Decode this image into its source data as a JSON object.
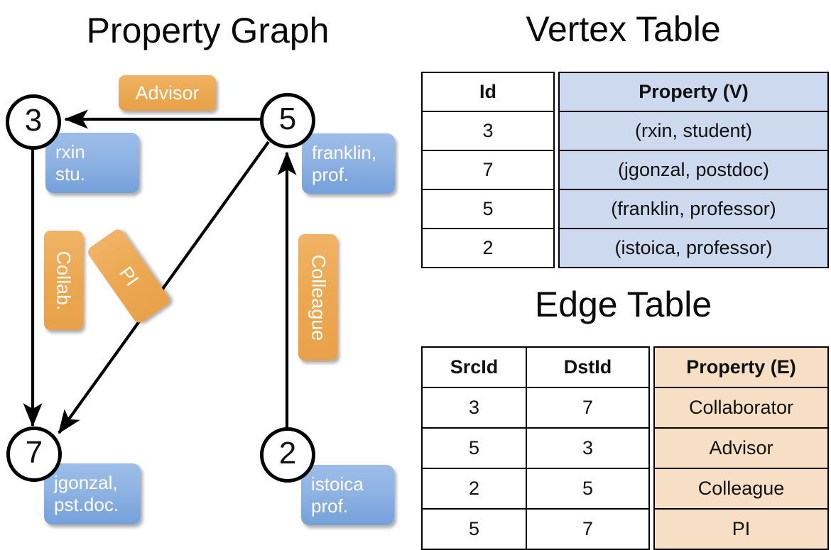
{
  "titles": {
    "property_graph": "Property Graph",
    "vertex_table": "Vertex Table",
    "edge_table": "Edge Table"
  },
  "graph": {
    "nodes": [
      {
        "id": "3",
        "label": "3",
        "property_lines": [
          "rxin",
          "stu."
        ]
      },
      {
        "id": "5",
        "label": "5",
        "property_lines": [
          "franklin,",
          "prof."
        ]
      },
      {
        "id": "7",
        "label": "7",
        "property_lines": [
          "jgonzal,",
          "pst.doc."
        ]
      },
      {
        "id": "2",
        "label": "2",
        "property_lines": [
          "istoica",
          "prof."
        ]
      }
    ],
    "edge_labels": [
      {
        "id": "advisor",
        "text": "Advisor",
        "orientation": "horizontal"
      },
      {
        "id": "collab",
        "text": "Collab.",
        "orientation": "vertical"
      },
      {
        "id": "pi",
        "text": "PI",
        "orientation": "diagonal"
      },
      {
        "id": "colleague",
        "text": "Colleague",
        "orientation": "vertical"
      }
    ],
    "edges": [
      {
        "from": "5",
        "to": "3",
        "label": "Advisor"
      },
      {
        "from": "3",
        "to": "7",
        "label": "Collab."
      },
      {
        "from": "5",
        "to": "7",
        "label": "PI"
      },
      {
        "from": "2",
        "to": "5",
        "label": "Colleague"
      }
    ]
  },
  "vertex_table": {
    "headers": [
      "Id",
      "Property (V)"
    ],
    "rows": [
      {
        "id": "3",
        "property": "(rxin, student)"
      },
      {
        "id": "7",
        "property": "(jgonzal, postdoc)"
      },
      {
        "id": "5",
        "property": "(franklin, professor)"
      },
      {
        "id": "2",
        "property": "(istoica, professor)"
      }
    ]
  },
  "edge_table": {
    "headers": [
      "SrcId",
      "DstId",
      "Property (E)"
    ],
    "rows": [
      {
        "src": "3",
        "dst": "7",
        "property": "Collaborator"
      },
      {
        "src": "5",
        "dst": "3",
        "property": "Advisor"
      },
      {
        "src": "2",
        "dst": "5",
        "property": "Colleague"
      },
      {
        "src": "5",
        "dst": "7",
        "property": "PI"
      }
    ]
  },
  "colors": {
    "vertex_property_fill": "#ccd9ef",
    "edge_property_fill": "#f6dfc4",
    "node_box_blue": "#8fb3e3",
    "edge_label_orange": "#eca952",
    "stroke": "#000000",
    "background": "#ffffff"
  }
}
